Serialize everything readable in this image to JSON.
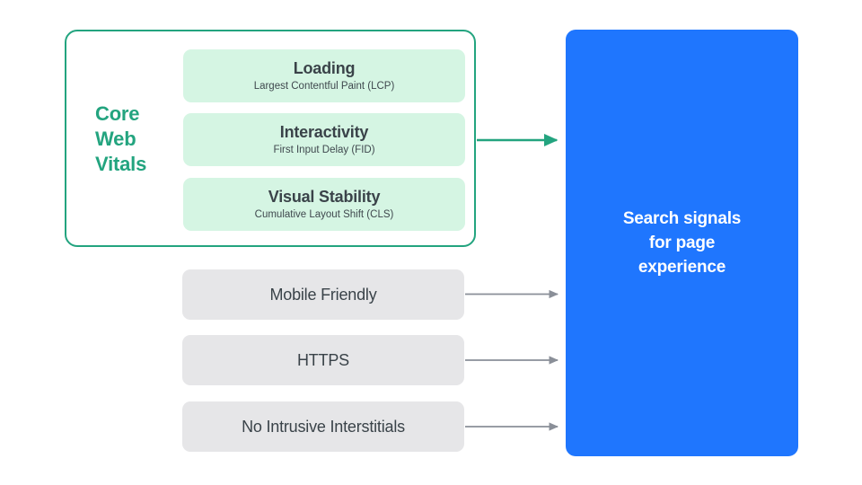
{
  "diagram": {
    "title": "Search signals for page experience",
    "colors": {
      "green_accent": "#23a47f",
      "mint_fill": "#d5f5e3",
      "gray_fill": "#e6e6e8",
      "blue_panel": "#1f76fe",
      "arrow_gray": "#8a8f98",
      "text_dark": "#3a4349",
      "text_white": "#ffffff",
      "background": "#ffffff"
    }
  },
  "core_web_vitals": {
    "group_label": "Core\nWeb\nVitals",
    "group_label_lines": [
      "Core",
      "Web",
      "Vitals"
    ],
    "items": [
      {
        "title": "Loading",
        "subtitle": "Largest Contentful Paint (LCP)",
        "abbr": "LCP"
      },
      {
        "title": "Interactivity",
        "subtitle": "First Input Delay (FID)",
        "abbr": "FID"
      },
      {
        "title": "Visual Stability",
        "subtitle": "Cumulative Layout Shift (CLS)",
        "abbr": "CLS"
      }
    ]
  },
  "other_signals": [
    {
      "label": "Mobile Friendly"
    },
    {
      "label": "HTTPS"
    },
    {
      "label": "No Intrusive Interstitials"
    }
  ],
  "destination": {
    "text": "Search signals\nfor page\nexperience",
    "lines": [
      "Search signals",
      "for page",
      "experience"
    ]
  },
  "connectors": [
    {
      "from": "core-web-vitals-group",
      "to": "destination",
      "color": "#23a47f"
    },
    {
      "from": "mobile-friendly",
      "to": "destination",
      "color": "#8a8f98"
    },
    {
      "from": "https",
      "to": "destination",
      "color": "#8a8f98"
    },
    {
      "from": "no-intrusive-interstitials",
      "to": "destination",
      "color": "#8a8f98"
    }
  ]
}
